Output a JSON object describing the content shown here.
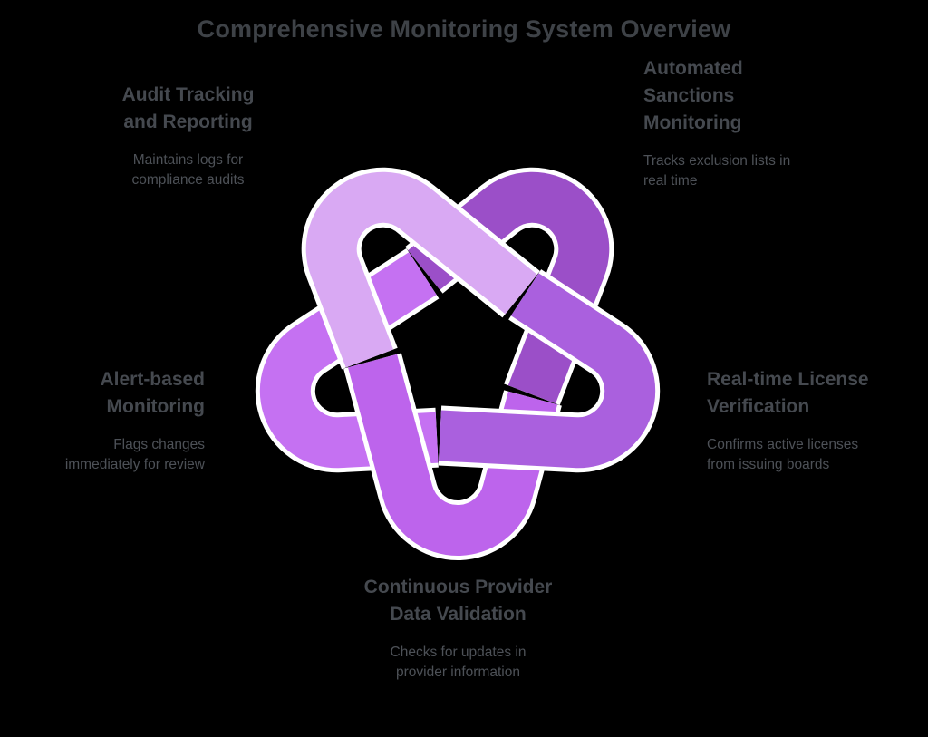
{
  "title": "Comprehensive Monitoring System Overview",
  "colors": {
    "background": "#000000",
    "loop_outline": "#ffffff",
    "title_text": "#3e4247",
    "heading_text": "#45494f",
    "body_text": "#4d5157"
  },
  "nodes": [
    {
      "id": "audit-tracking",
      "position": "top-left",
      "label": "Audit Tracking and Reporting",
      "description": "Maintains logs for compliance audits",
      "color": "#d9a9f3"
    },
    {
      "id": "sanctions-monitoring",
      "position": "top-right",
      "label": "Automated Sanctions Monitoring",
      "description": "Tracks exclusion lists in real time",
      "color": "#9b4fc8"
    },
    {
      "id": "license-verification",
      "position": "right",
      "label": "Real-time License Verification",
      "description": "Confirms active licenses from issuing boards",
      "color": "#aa60de"
    },
    {
      "id": "provider-data-validation",
      "position": "bottom",
      "label": "Continuous Provider Data Validation",
      "description": "Checks for updates in provider information",
      "color": "#bd64ec"
    },
    {
      "id": "alert-monitoring",
      "position": "left",
      "label": "Alert-based Monitoring",
      "description": "Flags changes immediately for review",
      "color": "#c571f2"
    }
  ]
}
